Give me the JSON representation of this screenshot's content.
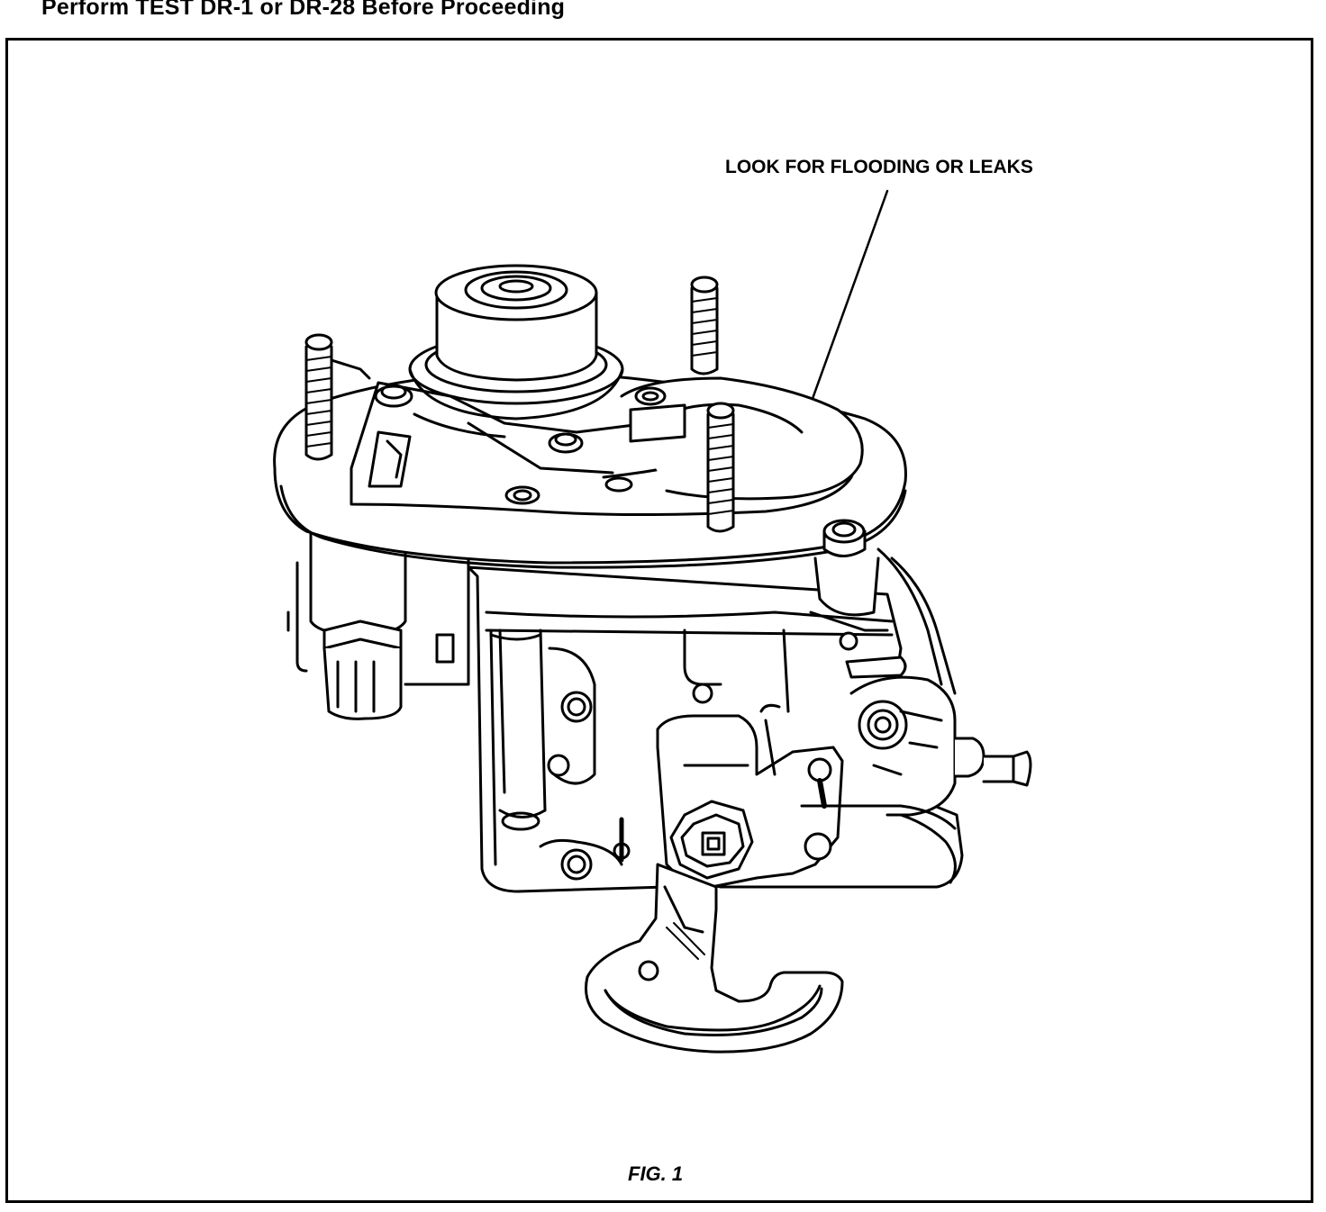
{
  "header": {
    "instruction": "Perform TEST DR-1 or DR-28 Before Proceeding"
  },
  "figure": {
    "callout": "LOOK FOR FLOODING OR LEAKS",
    "caption": "FIG. 1",
    "subject_icon": "throttle-body-assembly-icon"
  }
}
